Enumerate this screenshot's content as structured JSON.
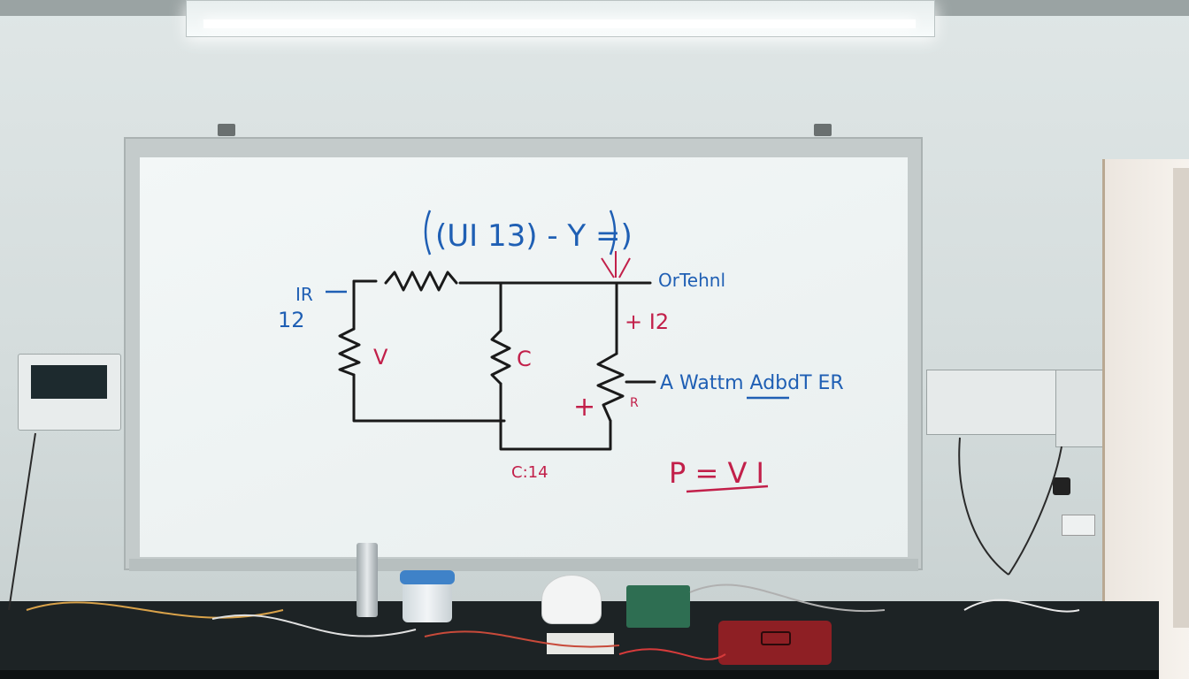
{
  "whiteboard": {
    "header": "(UI 13) - Y =)",
    "label_ir": "IR",
    "label_12": "12",
    "label_v": "V",
    "label_c": "C",
    "label_output": "OrTehnl",
    "label_plus_12": "+ I2",
    "label_plus": "+",
    "label_annotation": "A Wattm  AdbdT ER",
    "label_small_r": "R",
    "label_bottom": "C:14",
    "formula": "P = V I"
  },
  "colors": {
    "marker_black": "#1a1a1a",
    "marker_blue": "#1f5fb4",
    "marker_red": "#c2204a",
    "jar_lid": "#3f82c8",
    "tool_case": "#8e1f24"
  }
}
